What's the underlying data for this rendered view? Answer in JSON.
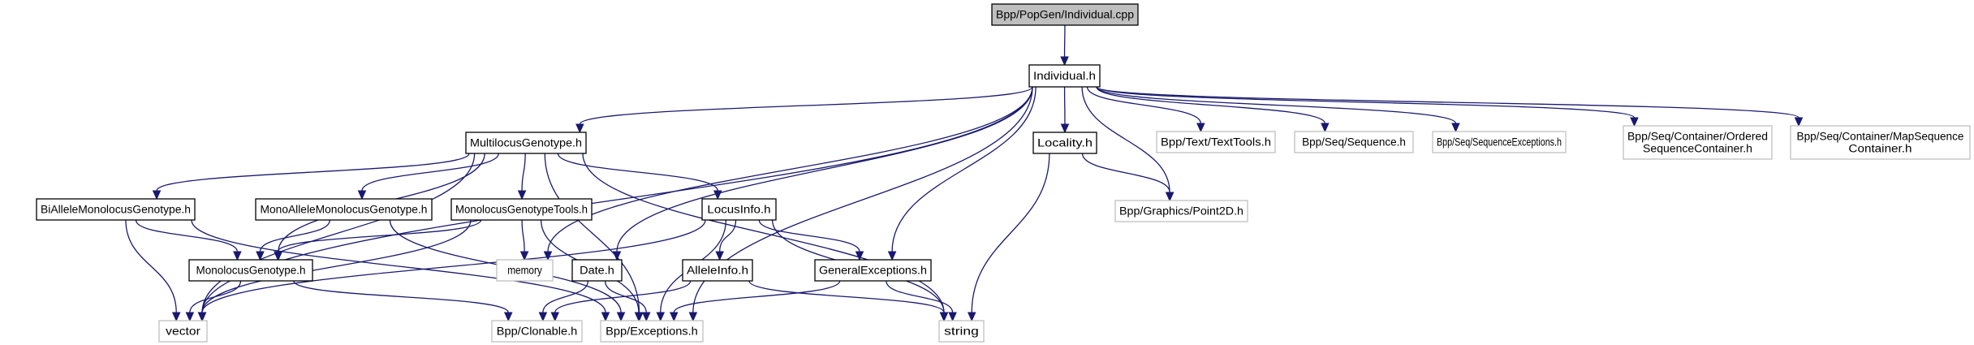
{
  "diagram": {
    "title": "Include dependency graph for Individual.cpp",
    "colors": {
      "edge": "#191970",
      "root_fill": "#bfbfbf",
      "documented_border": "#000000",
      "external_border": "#bfbfbf",
      "node_fill": "#ffffff"
    },
    "nodes": [
      {
        "id": "individual_cpp",
        "label": [
          "Bpp/PopGen/Individual.cpp"
        ],
        "kind": "root"
      },
      {
        "id": "individual_h",
        "label": [
          "Individual.h"
        ],
        "kind": "documented"
      },
      {
        "id": "multilocus",
        "label": [
          "MultilocusGenotype.h"
        ],
        "kind": "documented"
      },
      {
        "id": "locality",
        "label": [
          "Locality.h"
        ],
        "kind": "documented"
      },
      {
        "id": "texttools",
        "label": [
          "Bpp/Text/TextTools.h"
        ],
        "kind": "external"
      },
      {
        "id": "sequence",
        "label": [
          "Bpp/Seq/Sequence.h"
        ],
        "kind": "external"
      },
      {
        "id": "seqexc",
        "label": [
          "Bpp/Seq/SequenceExceptions.h"
        ],
        "kind": "external"
      },
      {
        "id": "ordered",
        "label": [
          "Bpp/Seq/Container/Ordered",
          "SequenceContainer.h"
        ],
        "kind": "external"
      },
      {
        "id": "mapseq",
        "label": [
          "Bpp/Seq/Container/MapSequence",
          "Container.h"
        ],
        "kind": "external"
      },
      {
        "id": "biallele",
        "label": [
          "BiAlleleMonolocusGenotype.h"
        ],
        "kind": "documented"
      },
      {
        "id": "monoallele",
        "label": [
          "MonoAlleleMonolocusGenotype.h"
        ],
        "kind": "documented"
      },
      {
        "id": "mgtools",
        "label": [
          "MonolocusGenotypeTools.h"
        ],
        "kind": "documented"
      },
      {
        "id": "locusinfo",
        "label": [
          "LocusInfo.h"
        ],
        "kind": "documented"
      },
      {
        "id": "point2d",
        "label": [
          "Bpp/Graphics/Point2D.h"
        ],
        "kind": "external"
      },
      {
        "id": "monolocus",
        "label": [
          "MonolocusGenotype.h"
        ],
        "kind": "documented"
      },
      {
        "id": "memory",
        "label": [
          "memory"
        ],
        "kind": "external"
      },
      {
        "id": "date",
        "label": [
          "Date.h"
        ],
        "kind": "documented"
      },
      {
        "id": "alleleinfo",
        "label": [
          "AlleleInfo.h"
        ],
        "kind": "documented"
      },
      {
        "id": "genexc",
        "label": [
          "GeneralExceptions.h"
        ],
        "kind": "documented"
      },
      {
        "id": "vector",
        "label": [
          "vector"
        ],
        "kind": "external"
      },
      {
        "id": "clonable",
        "label": [
          "Bpp/Clonable.h"
        ],
        "kind": "external"
      },
      {
        "id": "exceptions",
        "label": [
          "Bpp/Exceptions.h"
        ],
        "kind": "external"
      },
      {
        "id": "string",
        "label": [
          "string"
        ],
        "kind": "external"
      }
    ],
    "edges": [
      [
        "individual_cpp",
        "individual_h"
      ],
      [
        "individual_h",
        "multilocus"
      ],
      [
        "individual_h",
        "locality"
      ],
      [
        "individual_h",
        "texttools"
      ],
      [
        "individual_h",
        "sequence"
      ],
      [
        "individual_h",
        "seqexc"
      ],
      [
        "individual_h",
        "ordered"
      ],
      [
        "individual_h",
        "mapseq"
      ],
      [
        "individual_h",
        "point2d"
      ],
      [
        "individual_h",
        "vector"
      ],
      [
        "individual_h",
        "memory"
      ],
      [
        "individual_h",
        "date"
      ],
      [
        "individual_h",
        "exceptions"
      ],
      [
        "individual_h",
        "genexc"
      ],
      [
        "multilocus",
        "biallele"
      ],
      [
        "multilocus",
        "monoallele"
      ],
      [
        "multilocus",
        "mgtools"
      ],
      [
        "multilocus",
        "locusinfo"
      ],
      [
        "multilocus",
        "monolocus"
      ],
      [
        "multilocus",
        "vector"
      ],
      [
        "multilocus",
        "string"
      ],
      [
        "multilocus",
        "exceptions"
      ],
      [
        "locality",
        "point2d"
      ],
      [
        "locality",
        "string"
      ],
      [
        "biallele",
        "monolocus"
      ],
      [
        "biallele",
        "vector"
      ],
      [
        "biallele",
        "exceptions"
      ],
      [
        "monoallele",
        "monolocus"
      ],
      [
        "monoallele",
        "exceptions"
      ],
      [
        "mgtools",
        "monolocus"
      ],
      [
        "mgtools",
        "memory"
      ],
      [
        "mgtools",
        "vector"
      ],
      [
        "mgtools",
        "exceptions"
      ],
      [
        "locusinfo",
        "alleleinfo"
      ],
      [
        "locusinfo",
        "genexc"
      ],
      [
        "locusinfo",
        "vector"
      ],
      [
        "locusinfo",
        "string"
      ],
      [
        "locusinfo",
        "exceptions"
      ],
      [
        "monolocus",
        "vector"
      ],
      [
        "monolocus",
        "clonable"
      ],
      [
        "date",
        "clonable"
      ],
      [
        "date",
        "exceptions"
      ],
      [
        "alleleinfo",
        "clonable"
      ],
      [
        "alleleinfo",
        "string"
      ],
      [
        "genexc",
        "exceptions"
      ],
      [
        "genexc",
        "string"
      ]
    ]
  }
}
